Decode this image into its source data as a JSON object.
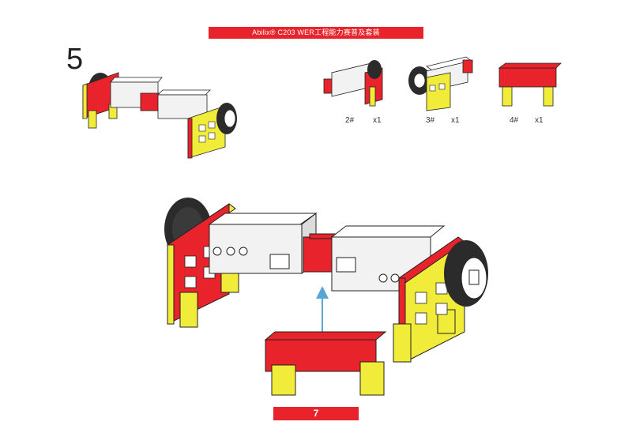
{
  "header": {
    "title": "Abilix® C203 WER工程能力赛普及套装"
  },
  "step": {
    "number": "5"
  },
  "parts": [
    {
      "id": "2#",
      "qty": "x1"
    },
    {
      "id": "3#",
      "qty": "x1"
    },
    {
      "id": "4#",
      "qty": "x1"
    }
  ],
  "footer": {
    "page_number": "7"
  },
  "colors": {
    "accent_red": "#e8232b",
    "brick_yellow": "#f1ec3a",
    "servo_gray": "#f2f2f2",
    "tire": "#2b2b2b",
    "arrow": "#58a6d6"
  },
  "icons": [
    "motor-icon",
    "wheel-icon",
    "connector-icon",
    "assembly-arrow-icon"
  ]
}
